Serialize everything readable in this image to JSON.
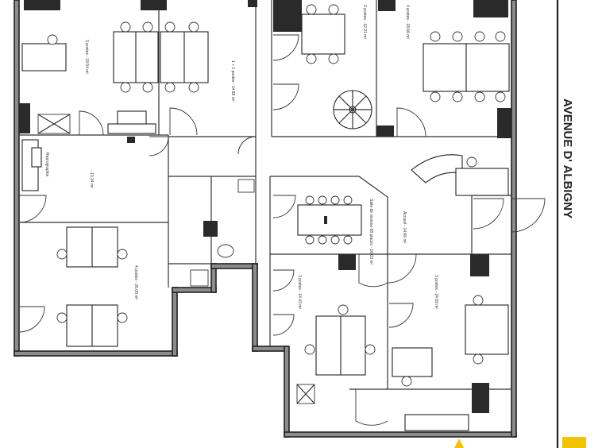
{
  "street_label": "AVENUE D' ALBIGNY",
  "rooms": [
    {
      "id": "r1",
      "label": "3 postes - 19.54 m²"
    },
    {
      "id": "r2",
      "label": "1 + 1 postes - 14.88 m²"
    },
    {
      "id": "r3",
      "label": "2 postes - 12.21 m²"
    },
    {
      "id": "r4",
      "label": "4 postes - 18.66 m²"
    },
    {
      "id": "r5",
      "label": "Reprographie"
    },
    {
      "id": "r6",
      "label": "- 13.24 m²"
    },
    {
      "id": "r7",
      "label": "Salle de réunion 08 places - 16.03 m²"
    },
    {
      "id": "r8",
      "label": "Accueil - 14.66 m²"
    },
    {
      "id": "r9",
      "label": "4 postes - 26.08 m²"
    },
    {
      "id": "r10",
      "label": "3 postes - 14.43 m²"
    },
    {
      "id": "r11",
      "label": "3 postes - 24.59 m²"
    }
  ],
  "colors": {
    "wall": "#8c8c8c",
    "line": "#222222",
    "accent": "#f2c400"
  }
}
